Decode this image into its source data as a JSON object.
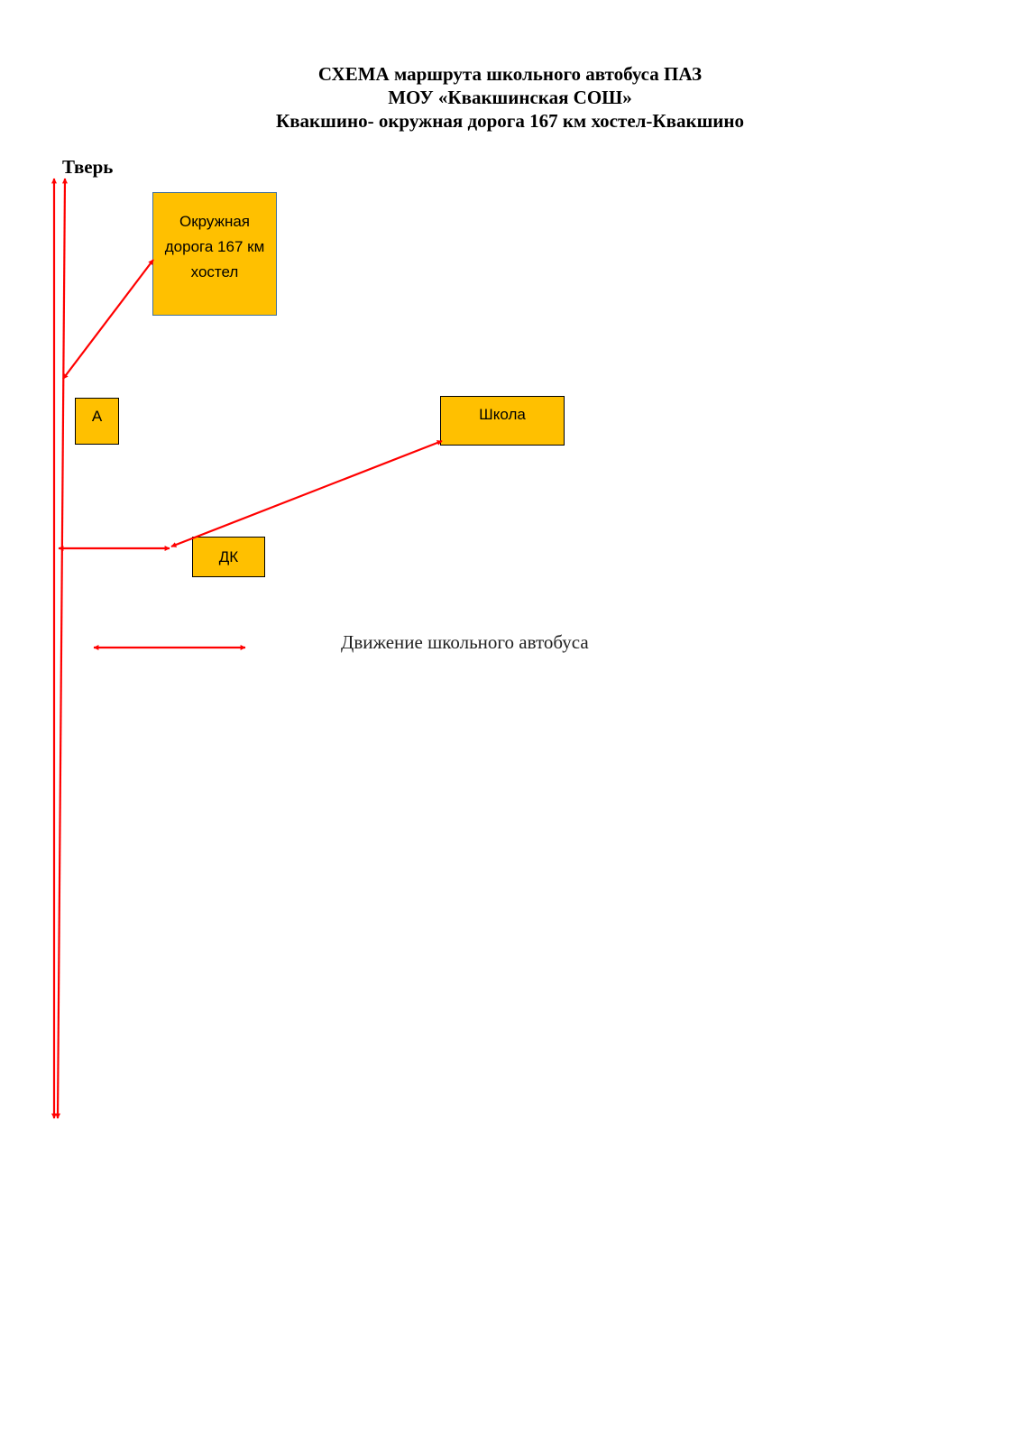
{
  "header": {
    "title_line1": "СХЕМА маршрута  школьного автобуса ПАЗ",
    "title_line2": "МОУ «Квакшинская СОШ»",
    "title_line3": "Квакшино- окружная дорога 167 км хостел-Квакшино"
  },
  "diagram": {
    "direction_label": "Тверь",
    "nodes": {
      "hostel": "Окружная дорога 167 км хостел",
      "a": "А",
      "school": "Школа",
      "dk": "ДК"
    },
    "legend": {
      "label": "Движение школьного автобуса"
    }
  },
  "colors": {
    "box_fill": "#ffc000",
    "arrow": "#ff0000"
  }
}
